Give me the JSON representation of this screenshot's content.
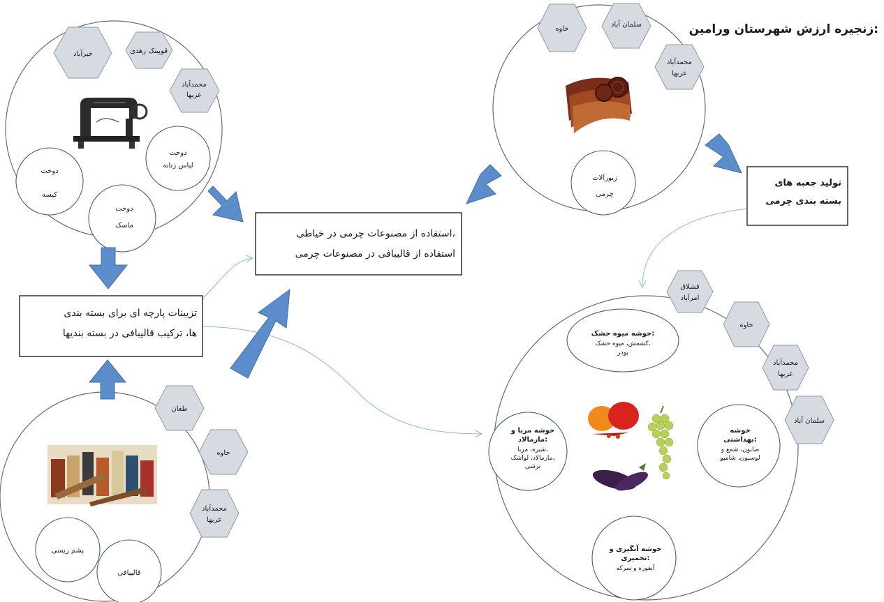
{
  "title": "زنجیره ارزش شهرستان ورامین:",
  "top_left": {
    "hexes": [
      "خیرآباد",
      "قوپینک زهدی",
      "محمدآباد",
      "عربها"
    ],
    "circles": [
      {
        "line1": "دوخت",
        "line2": "لباس زنانه"
      },
      {
        "line1": "دوخت",
        "line2": "کیسه"
      },
      {
        "line1": "دوخت",
        "line2": "ماسک"
      }
    ],
    "image": "sewing-machine"
  },
  "top_right": {
    "hexes": [
      "خاوه",
      "سلمان آباد",
      "محمدآباد",
      "عربها"
    ],
    "circles": [
      {
        "line1": "زیورآلات",
        "line2": "چرمی"
      }
    ],
    "image": "leather-rolls"
  },
  "bottom_left": {
    "hexes": [
      "طغان",
      "خاوه",
      "محمدآباد",
      "عربها"
    ],
    "circles": [
      {
        "label": "پشم ریسی"
      },
      {
        "label": "قالیبافی"
      }
    ],
    "image": "weaving-yarns"
  },
  "bottom_right": {
    "hexes": [
      "قشلاق",
      "امرآباد",
      "خاوه",
      "محمدآباد",
      "عربها",
      "سلمان آباد"
    ],
    "clusters": [
      {
        "title": "خوشه میوه خشک:",
        "items": [
          "کشمش، میوه خشک،",
          "پودر"
        ]
      },
      {
        "title": "خوشه مربا و",
        "title2": "مارمالاد:",
        "items": [
          "شیره، مربا،",
          "مارمالاد، لواشک،",
          "ترشی"
        ]
      },
      {
        "title": "خوشه",
        "title2": "بهداشتی:",
        "items": [
          "صابون، شمع و",
          "لوسیون، شامپو"
        ]
      },
      {
        "title": "خوشه آبگیری و",
        "title2": "تخمیری:",
        "items": [
          "آبغوره و سرکه"
        ]
      }
    ],
    "image": "vegetables-and-grapes"
  },
  "boxes": {
    "center": [
      "استفاده از مصنوعات چرمی در خیاطی،",
      "استفاده از قالیبافی در مصنوعات چرمی"
    ],
    "left": [
      "تزیینات پارچه ای برای بسته بندی",
      "ها، ترکیب قالیبافی در بسته بندیها"
    ],
    "right": [
      "تولید جعبه های",
      "بسته بندی چرمی"
    ]
  },
  "colors": {
    "arrow": "#5b8ccc",
    "hexagon": "#d6dbe2",
    "circle_stroke": "#3f5f86",
    "connector": "#8cb7dc"
  }
}
